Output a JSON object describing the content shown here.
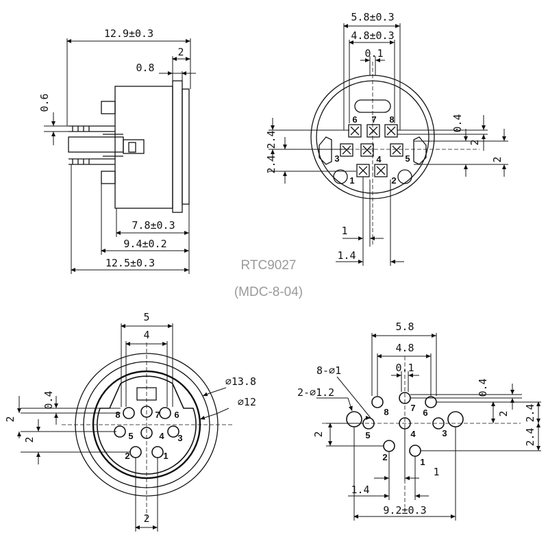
{
  "title": {
    "part_number": "RTC9027",
    "model": "(MDC-8-04)"
  },
  "side_view": {
    "overall_length": "12.9±0.3",
    "flange_thickness": "2",
    "flange_offset": "0.8",
    "pin_thickness": "0.6",
    "body_depth_1": "7.8±0.3",
    "body_depth_2": "9.4±0.2",
    "body_depth_3": "12.5±0.3"
  },
  "rear_view": {
    "width_outer": "5.8±0.3",
    "width_inner": "4.8±0.3",
    "center_offset": "0.1",
    "pin_square": "0.4",
    "row_pitch_a": "2.4",
    "row_pitch_b": "2.4",
    "side_gap_a": "2",
    "side_gap_b": "2",
    "pitch_small": "1",
    "pitch_large": "1.4",
    "pin_labels": [
      "6",
      "7",
      "8",
      "3",
      "4",
      "5",
      "1",
      "2"
    ]
  },
  "front_view": {
    "outer_width": "5",
    "inner_width": "4",
    "diameter_outer": "⌀13.8",
    "diameter_inner": "⌀12",
    "key_height": "0.4",
    "left_gap_a": "2",
    "left_gap_b": "2",
    "bottom_width": "2",
    "pin_labels": [
      "8",
      "7",
      "6",
      "5",
      "4",
      "3",
      "2",
      "1"
    ]
  },
  "pcb_layout": {
    "width_outer": "5.8",
    "width_inner": "4.8",
    "center_offset": "0.1",
    "hole_small": "8-⌀1",
    "hole_large": "2-⌀1.2",
    "pad_square": "0.4",
    "right_gap": "2",
    "row_pitch_a": "2.4",
    "row_pitch_b": "2.4",
    "left_gap": "2",
    "pitch_small": "1",
    "pitch_large": "1.4",
    "total_width": "9.2±0.3",
    "pin_labels": [
      "8",
      "7",
      "6",
      "5",
      "4",
      "3",
      "2",
      "1"
    ]
  }
}
